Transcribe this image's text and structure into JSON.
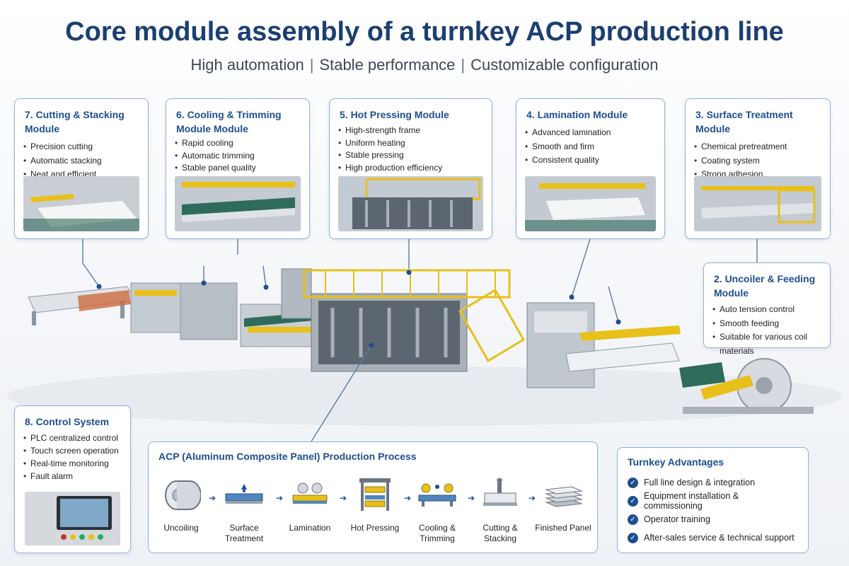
{
  "header": {
    "title": "Core module assembly of a turnkey ACP production line",
    "subtitle_parts": [
      "High automation",
      "Stable performance",
      "Customizable configuration"
    ],
    "separator": "|"
  },
  "modules": [
    {
      "title": "7. Cutting & Stacking Module",
      "items": [
        "Precision cutting",
        "Automatic stacking",
        "Neat and efficient"
      ]
    },
    {
      "title": "6. Cooling & Trimming Module Module",
      "items": [
        "Rapid cooling",
        "Automatic trimming",
        "Stable panel quality"
      ]
    },
    {
      "title": "5. Hot Pressing Module",
      "items": [
        "High-strength frame",
        "Uniform heating",
        "Stable pressing",
        "High production efficiency"
      ]
    },
    {
      "title": "4. Lamination Module",
      "items": [
        "Advanced lamination",
        "Smooth and firm",
        "Consistent quality"
      ]
    },
    {
      "title": "3. Surface Treatment Module",
      "items": [
        "Chemical pretreatment",
        "Coating system",
        "Strong adhesion"
      ]
    },
    {
      "title": "2. Uncoiler & Feeding Module",
      "items": [
        "Auto tension control",
        "Smooth feeding",
        "Suitable for various coil materials"
      ]
    },
    {
      "title": "8. Control System",
      "items": [
        "PLC centralized control",
        "Touch screen operation",
        "Real-time monitoring",
        "Fault alarm"
      ]
    }
  ],
  "process": {
    "title": "ACP (Aluminum Composite Panel) Production Process",
    "steps": [
      "Uncoiling",
      "Surface Treatment",
      "Lamination",
      "Hot Pressing",
      "Cooling & Trimming",
      "Cutting & Stacking",
      "Finished Panel"
    ],
    "icons": [
      "coil-icon",
      "surface-treatment-icon",
      "lamination-icon",
      "hot-press-icon",
      "cooling-trimming-icon",
      "cutting-stacking-icon",
      "finished-panel-icon"
    ]
  },
  "advantages": {
    "title": "Turnkey Advantages",
    "items": [
      "Full line design & integration",
      "Equipment installation & commissioning",
      "Operator training",
      "After-sales service & technical support"
    ]
  },
  "colors": {
    "title_blue": "#1b3f72",
    "accent_blue": "#1d4e8f",
    "card_border": "#8fb0d3",
    "machine_gray": "#b8bec6",
    "rail_yellow": "#e8c01a",
    "conveyor_green": "#2f6b5a"
  }
}
